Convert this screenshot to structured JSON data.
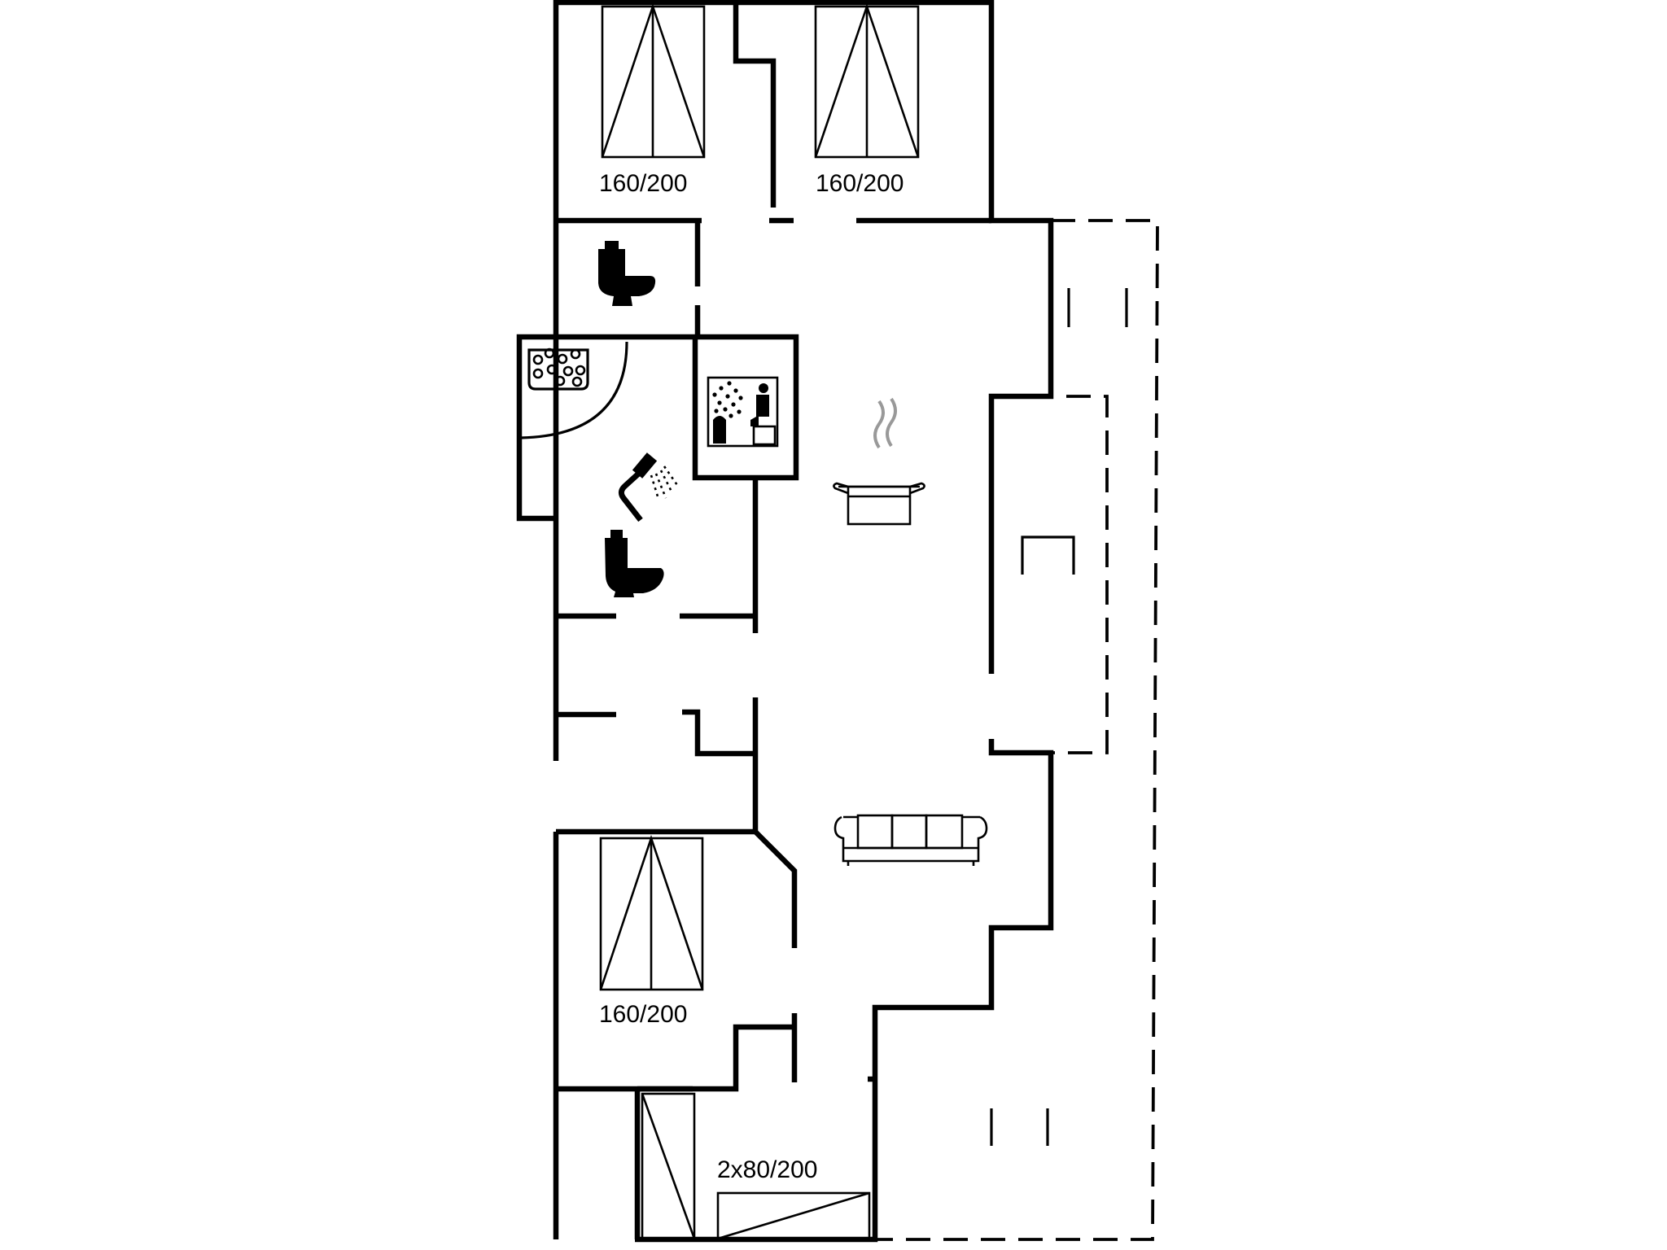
{
  "labels": {
    "bed_top_left": "160/200",
    "bed_top_right": "160/200",
    "bed_bottom": "160/200",
    "bed_single_pair": "2x80/200"
  },
  "icons": {
    "toilet": "toilet-icon",
    "whirlpool": "whirlpool-icon",
    "sauna": "sauna-icon",
    "shower": "shower-icon",
    "kitchen": "cooking-pot-icon",
    "sofa": "sofa-icon"
  },
  "colors": {
    "line": "#000000",
    "background": "#ffffff"
  }
}
